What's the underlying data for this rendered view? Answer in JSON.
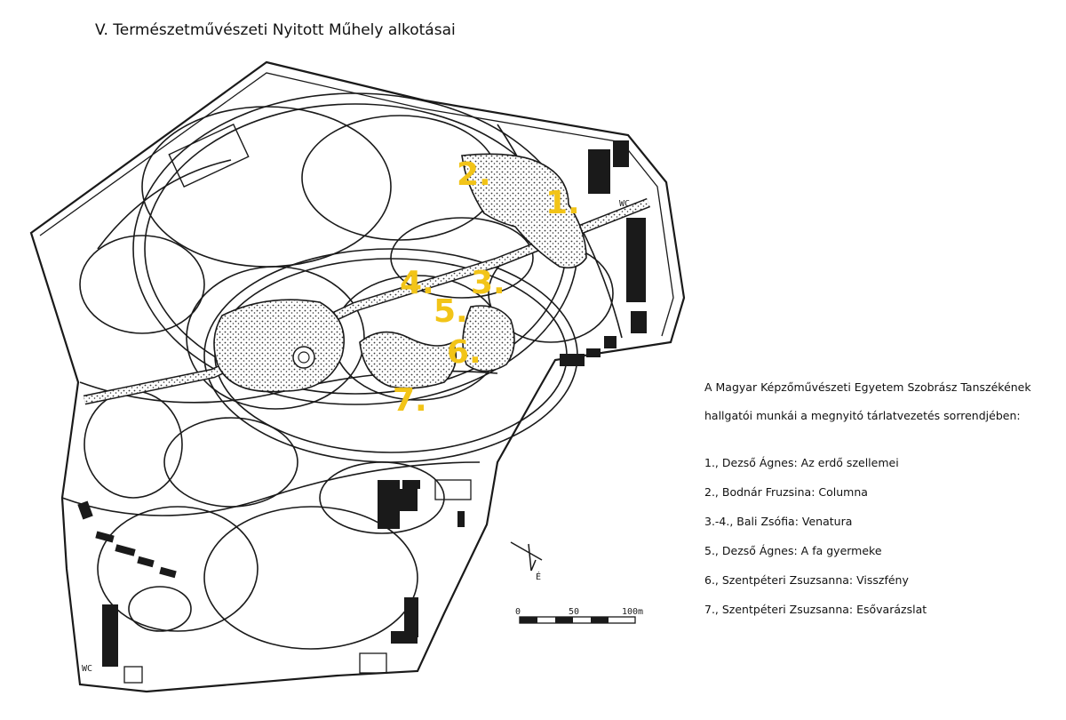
{
  "title": "V. Természetművészeti Nyitott Műhely alkotásai",
  "map": {
    "markers": [
      "1.",
      "2.",
      "3.",
      "4.",
      "5.",
      "6.",
      "7."
    ],
    "wc_label": "WC",
    "north_label": "É",
    "scale_ticks": [
      "0",
      "50",
      "100m"
    ]
  },
  "legend": {
    "intro_line1": "A Magyar Képzőművészeti Egyetem Szobrász Tanszékének",
    "intro_line2": "hallgatói munkái a megnyitó tárlatvezetés sorrendjében:",
    "items": [
      "1., Dezső Ágnes: Az erdő szellemei",
      "2., Bodnár Fruzsina: Columna",
      "3.-4., Bali Zsófia: Venatura",
      "5., Dezső Ágnes: A fa gyermeke",
      "6., Szentpéteri Zsuzsanna: Visszfény",
      "7., Szentpéteri Zsuzsanna: Esővarázslat"
    ]
  },
  "colors": {
    "marker": "#f2c418",
    "ink": "#1a1a1a"
  }
}
